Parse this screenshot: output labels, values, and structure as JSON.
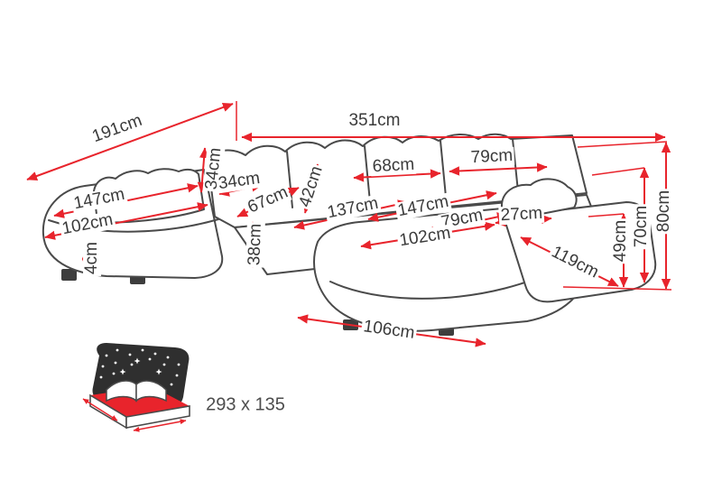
{
  "diagram": {
    "type": "sofa-dimension-diagram",
    "colors": {
      "dimension_line": "#e8242c",
      "outline": "#4a4a4a",
      "text": "#3a3a3a"
    },
    "measurements": [
      {
        "id": "dim-191",
        "value": "191cm"
      },
      {
        "id": "dim-351",
        "value": "351cm"
      },
      {
        "id": "dim-34-vertical",
        "value": "34cm"
      },
      {
        "id": "dim-34-arm",
        "value": "34cm"
      },
      {
        "id": "dim-147-left",
        "value": "147cm"
      },
      {
        "id": "dim-102-left",
        "value": "102cm"
      },
      {
        "id": "dim-4",
        "value": "4cm"
      },
      {
        "id": "dim-67",
        "value": "67cm"
      },
      {
        "id": "dim-42",
        "value": "42cm"
      },
      {
        "id": "dim-68",
        "value": "68cm"
      },
      {
        "id": "dim-79-back",
        "value": "79cm"
      },
      {
        "id": "dim-137",
        "value": "137cm"
      },
      {
        "id": "dim-147-right",
        "value": "147cm"
      },
      {
        "id": "dim-79-seat",
        "value": "79cm"
      },
      {
        "id": "dim-27",
        "value": "27cm"
      },
      {
        "id": "dim-38",
        "value": "38cm"
      },
      {
        "id": "dim-102-seat",
        "value": "102cm"
      },
      {
        "id": "dim-119",
        "value": "119cm"
      },
      {
        "id": "dim-49",
        "value": "49cm"
      },
      {
        "id": "dim-70",
        "value": "70cm"
      },
      {
        "id": "dim-80",
        "value": "80cm"
      },
      {
        "id": "dim-106",
        "value": "106cm"
      }
    ],
    "sleeping_area": {
      "label": "293 x 135"
    }
  }
}
